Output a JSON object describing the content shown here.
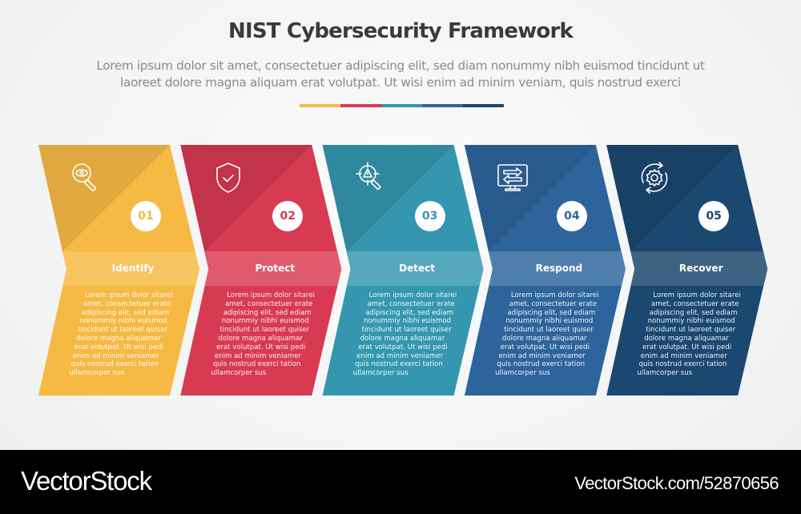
{
  "header": {
    "title": "NIST Cybersecurity Framework",
    "subtitle_lines": [
      "Lorem ipsum dolor sit amet, consectetuer adipiscing elit, sed diam nonummy nibh euismod tincidunt ut",
      "laoreet dolore magna aliquam erat volutpat. Ut wisi enim ad minim veniam, quis nostrud exerci"
    ],
    "colorbar": [
      "#f5b944",
      "#d83a52",
      "#3497af",
      "#2e649c",
      "#1b4870"
    ]
  },
  "steps": [
    {
      "number": "01",
      "label": "Identify",
      "icon": "eye-magnifier-icon",
      "color": "#f5b944",
      "dark": "#e0a83f",
      "band": "#f7c460",
      "body_lines": [
        "Lorem ipsum dolor sitarei",
        "amet, consectetuer erate",
        "adipiscing elit, sed ediam",
        "nonummiy nibhi euismod",
        "tincidunt ut laoreet quiser",
        "dolore magna aliquamar",
        "erat volutpat. Ut wisi pedi",
        "enim ad minim veniamer",
        "quis nostrud exerci tation",
        "ullamcorper sus"
      ]
    },
    {
      "number": "02",
      "label": "Protect",
      "icon": "shield-check-icon",
      "color": "#d83a52",
      "dark": "#c3334a",
      "band": "#e05a6e",
      "body_lines": [
        "Lorem ipsum dolor sitarei",
        "amet, consectetuer erate",
        "adipiscing elit, sed ediam",
        "nonummiy nibhi euismod",
        "tincidunt ut laoreet quiser",
        "dolore magna aliquamar",
        "erat volutpat. Ut wisi pedi",
        "enim ad minim veniamer",
        "quis nostrud exerci tation",
        "ullamcorper sus"
      ]
    },
    {
      "number": "03",
      "label": "Detect",
      "icon": "threat-search-icon",
      "color": "#3497af",
      "dark": "#2f889e",
      "band": "#56a9bd",
      "body_lines": [
        "Lorem ipsum dolor sitarei",
        "amet, consectetuer erate",
        "adipiscing elit, sed ediam",
        "nonummiy nibhi euismod",
        "tincidunt ut laoreet quiser",
        "dolore magna aliquamar",
        "erat volutpat. Ut wisi pedi",
        "enim ad minim veniamer",
        "quis nostrud exerci tation",
        "ullamcorper sus"
      ]
    },
    {
      "number": "04",
      "label": "Respond",
      "icon": "monitor-exchange-icon",
      "color": "#2e649c",
      "dark": "#2a5b8e",
      "band": "#507fae",
      "body_lines": [
        "Lorem ipsum dolor sitarei",
        "amet, consectetuer erate",
        "adipiscing elit, sed ediam",
        "nonummiy nibhi euismod",
        "tincidunt ut laoreet quiser",
        "dolore magna aliquamar",
        "erat volutpat. Ut wisi pedi",
        "enim ad minim veniamer",
        "quis nostrud exerci tation",
        "ullamcorper sus"
      ]
    },
    {
      "number": "05",
      "label": "Recover",
      "icon": "gear-refresh-icon",
      "color": "#1b4870",
      "dark": "#184165",
      "band": "#3e6382",
      "body_lines": [
        "Lorem ipsum dolor sitarei",
        "amet, consectetuer erate",
        "adipiscing elit, sed ediam",
        "nonummiy nibhi euismod",
        "tincidunt ut laoreet quiser",
        "dolore magna aliquamar",
        "erat volutpat. Ut wisi pedi",
        "enim ad minim veniamer",
        "quis nostrud exerci tation",
        "ullamcorper sus"
      ]
    }
  ],
  "footer": {
    "brand": "VectorStock",
    "url": "VectorStock.com/52870656"
  }
}
